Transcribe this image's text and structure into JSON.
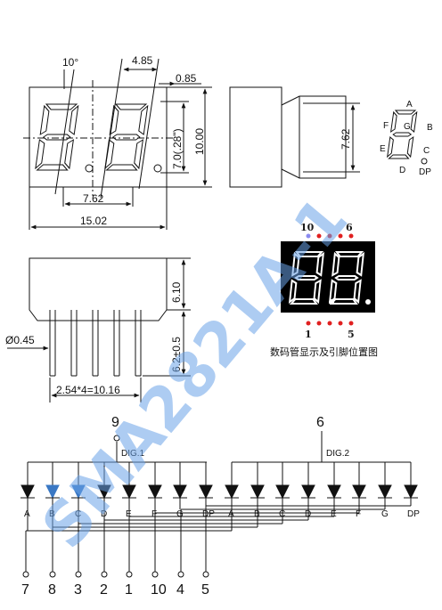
{
  "dimensions": {
    "angle": "10°",
    "digit_pitch": "4.85",
    "seg_width": "0.85",
    "width_inner": "7.62",
    "width_total": "15.02",
    "digit_height": "7.0(.28\")",
    "body_height": "10.00",
    "side_pin_spacing": "7.62",
    "depth": "6.10",
    "pin_length": "6.2±0.5",
    "pin_diameter": "Ø0.45",
    "pin_pitch": "2.54*4=10.16"
  },
  "segment_labels": [
    "A",
    "B",
    "C",
    "D",
    "E",
    "F",
    "G",
    "DP"
  ],
  "preview": {
    "top_pins": [
      "10",
      "6"
    ],
    "bottom_pins": [
      "1",
      "5"
    ],
    "caption": "数码管显示及引脚位置图"
  },
  "circuit": {
    "common_pins": [
      "9",
      "6"
    ],
    "digit_labels": [
      "DIG.1",
      "DIG.2"
    ],
    "bottom_pins": [
      "7",
      "8",
      "3",
      "2",
      "1",
      "10",
      "4",
      "5"
    ]
  },
  "watermark": "SMA2821A-1"
}
